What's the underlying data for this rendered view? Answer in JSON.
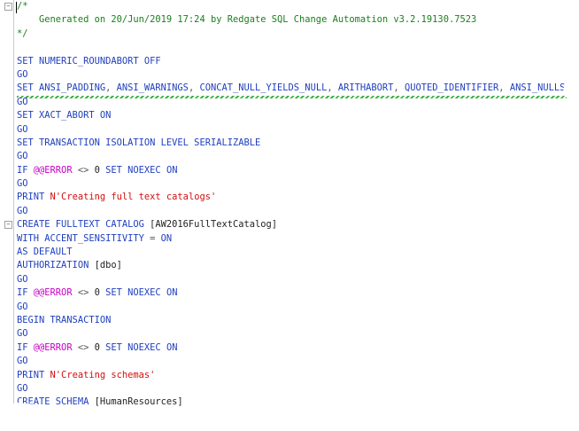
{
  "lines": [
    {
      "segments": [
        {
          "t": "/*",
          "c": "cm"
        }
      ]
    },
    {
      "segments": [
        {
          "t": "    Generated on 20/Jun/2019 17:24 by Redgate SQL Change Automation v3.2.19130.7523",
          "c": "cm"
        }
      ]
    },
    {
      "segments": [
        {
          "t": "*/",
          "c": "cm"
        }
      ]
    },
    {
      "segments": []
    },
    {
      "segments": [
        {
          "t": "SET NUMERIC_ROUNDABORT OFF",
          "c": "kw"
        }
      ]
    },
    {
      "segments": [
        {
          "t": "GO",
          "c": "kw"
        }
      ]
    },
    {
      "segments": [
        {
          "t": "SET ANSI_PADDING",
          "c": "kw"
        },
        {
          "t": ", ",
          "c": "op"
        },
        {
          "t": "ANSI_WARNINGS",
          "c": "kw"
        },
        {
          "t": ", ",
          "c": "op"
        },
        {
          "t": "CONCAT_NULL_YIELDS_NULL",
          "c": "kw"
        },
        {
          "t": ", ",
          "c": "op"
        },
        {
          "t": "ARITHABORT",
          "c": "kw"
        },
        {
          "t": ", ",
          "c": "op"
        },
        {
          "t": "QUOTED_IDENTIFIER",
          "c": "kw"
        },
        {
          "t": ", ",
          "c": "op"
        },
        {
          "t": "ANSI_NULLS ON",
          "c": "kw"
        }
      ]
    },
    {
      "segments": [
        {
          "t": "GO",
          "c": "kw"
        }
      ]
    },
    {
      "segments": [
        {
          "t": "SET XACT_ABORT ON",
          "c": "kw"
        }
      ]
    },
    {
      "segments": [
        {
          "t": "GO",
          "c": "kw"
        }
      ]
    },
    {
      "segments": [
        {
          "t": "SET TRANSACTION ISOLATION LEVEL SERIALIZABLE",
          "c": "kw"
        }
      ]
    },
    {
      "segments": [
        {
          "t": "GO",
          "c": "kw"
        }
      ]
    },
    {
      "segments": [
        {
          "t": "IF ",
          "c": "kw"
        },
        {
          "t": "@@ERROR",
          "c": "fn"
        },
        {
          "t": " <> ",
          "c": "op"
        },
        {
          "t": "0",
          "c": "id"
        },
        {
          "t": " SET NOEXEC ON",
          "c": "kw"
        }
      ]
    },
    {
      "segments": [
        {
          "t": "GO",
          "c": "kw"
        }
      ]
    },
    {
      "segments": [
        {
          "t": "PRINT ",
          "c": "kw"
        },
        {
          "t": "N'Creating full text catalogs'",
          "c": "str"
        }
      ]
    },
    {
      "segments": [
        {
          "t": "GO",
          "c": "kw"
        }
      ]
    },
    {
      "segments": [
        {
          "t": "CREATE FULLTEXT CATALOG ",
          "c": "kw"
        },
        {
          "t": "[AW2016FullTextCatalog]",
          "c": "id"
        }
      ]
    },
    {
      "segments": [
        {
          "t": "WITH ACCENT_SENSITIVITY ",
          "c": "kw"
        },
        {
          "t": "= ",
          "c": "op"
        },
        {
          "t": "ON",
          "c": "kw"
        }
      ]
    },
    {
      "segments": [
        {
          "t": "AS DEFAULT",
          "c": "kw"
        }
      ]
    },
    {
      "segments": [
        {
          "t": "AUTHORIZATION ",
          "c": "kw"
        },
        {
          "t": "[dbo]",
          "c": "id"
        }
      ]
    },
    {
      "segments": [
        {
          "t": "GO",
          "c": "kw"
        }
      ]
    },
    {
      "segments": [
        {
          "t": "IF ",
          "c": "kw"
        },
        {
          "t": "@@ERROR",
          "c": "fn"
        },
        {
          "t": " <> ",
          "c": "op"
        },
        {
          "t": "0",
          "c": "id"
        },
        {
          "t": " SET NOEXEC ON",
          "c": "kw"
        }
      ]
    },
    {
      "segments": [
        {
          "t": "GO",
          "c": "kw"
        }
      ]
    },
    {
      "segments": [
        {
          "t": "BEGIN TRANSACTION",
          "c": "kw"
        }
      ]
    },
    {
      "segments": [
        {
          "t": "GO",
          "c": "kw"
        }
      ]
    },
    {
      "segments": [
        {
          "t": "IF ",
          "c": "kw"
        },
        {
          "t": "@@ERROR",
          "c": "fn"
        },
        {
          "t": " <> ",
          "c": "op"
        },
        {
          "t": "0",
          "c": "id"
        },
        {
          "t": " SET NOEXEC ON",
          "c": "kw"
        }
      ]
    },
    {
      "segments": [
        {
          "t": "GO",
          "c": "kw"
        }
      ]
    },
    {
      "segments": [
        {
          "t": "PRINT ",
          "c": "kw"
        },
        {
          "t": "N'Creating schemas'",
          "c": "str"
        }
      ]
    },
    {
      "segments": [
        {
          "t": "GO",
          "c": "kw"
        }
      ]
    },
    {
      "segments": [
        {
          "t": "CREATE SCHEMA ",
          "c": "kw"
        },
        {
          "t": "[HumanResources]",
          "c": "id"
        }
      ]
    }
  ],
  "fold_markers": [
    {
      "line": 0,
      "symbol": "−"
    },
    {
      "line": 16,
      "symbol": "−"
    }
  ]
}
